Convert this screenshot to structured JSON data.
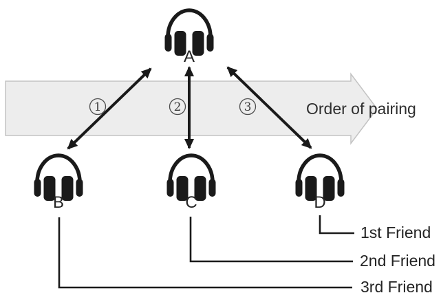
{
  "diagram": {
    "band_label": "Order of pairing",
    "band_fill": "#ededed",
    "band_border": "#c3c3c3",
    "line_color": "#1a1a1a"
  },
  "devices": [
    {
      "label": "A"
    },
    {
      "label": "B"
    },
    {
      "label": "C"
    },
    {
      "label": "D"
    }
  ],
  "pairings": [
    {
      "step": "1",
      "from": "A",
      "to": "B"
    },
    {
      "step": "2",
      "from": "A",
      "to": "C"
    },
    {
      "step": "3",
      "from": "A",
      "to": "D"
    }
  ],
  "friends": [
    {
      "label": "1st Friend",
      "device": "D"
    },
    {
      "label": "2nd Friend",
      "device": "C"
    },
    {
      "label": "3rd Friend",
      "device": "B"
    }
  ]
}
